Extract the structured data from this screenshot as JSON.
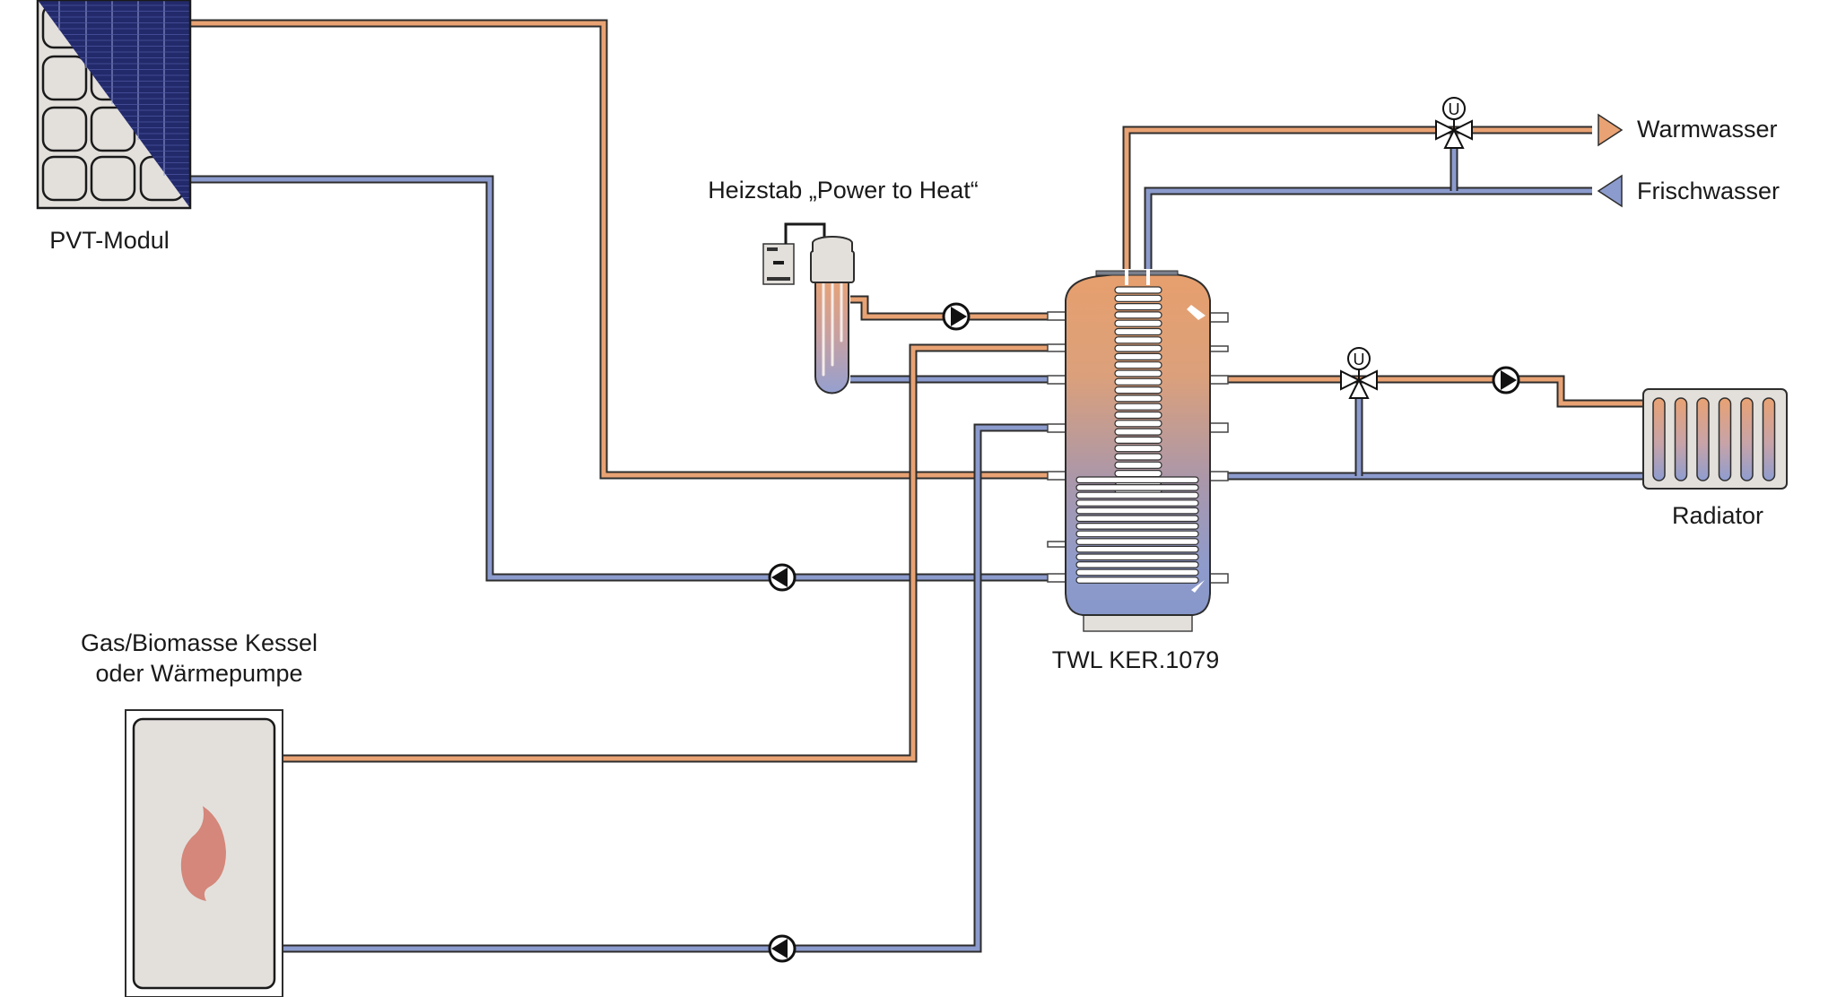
{
  "diagram": {
    "title": "PVT heating system schematic",
    "labels": {
      "pvt_module": "PVT-Modul",
      "heating_rod": "Heizstab „Power to Heat“",
      "tank": "TWL KER.1079",
      "hot_water": "Warmwasser",
      "fresh_water": "Frischwasser",
      "radiator": "Radiator",
      "boiler_line1": "Gas/Biomasse Kessel",
      "boiler_line2": "oder Wärmepumpe"
    },
    "valve_symbol": "U",
    "colors": {
      "hot": "#e9a273",
      "cold": "#8c9bcd",
      "outline": "#2d2d2d",
      "panel_blue": "#232a6b",
      "housing": "#e3e0dc",
      "flame": "#d4877a"
    },
    "components": [
      {
        "id": "pvt-module",
        "label_ref": "pvt_module"
      },
      {
        "id": "heating-rod",
        "label_ref": "heating_rod"
      },
      {
        "id": "storage-tank",
        "label_ref": "tank"
      },
      {
        "id": "radiator",
        "label_ref": "radiator"
      },
      {
        "id": "boiler",
        "label_ref": "boiler_line1"
      },
      {
        "id": "mixing-valve-dhw",
        "symbol": "U"
      },
      {
        "id": "mixing-valve-heating",
        "symbol": "U"
      },
      {
        "id": "pump-heating-rod"
      },
      {
        "id": "pump-pvt-return"
      },
      {
        "id": "pump-heating-circuit"
      },
      {
        "id": "pump-boiler-return"
      }
    ]
  }
}
